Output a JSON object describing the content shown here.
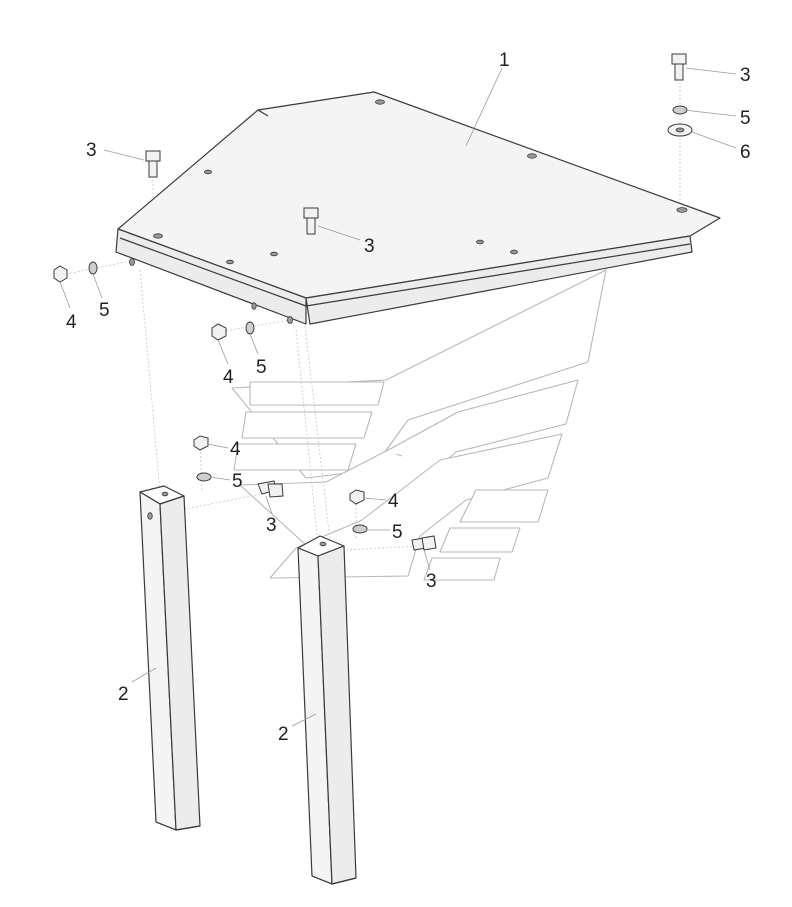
{
  "diagram": {
    "callouts": [
      {
        "id": "c1",
        "text": "1"
      },
      {
        "id": "c2a",
        "text": "2"
      },
      {
        "id": "c2b",
        "text": "2"
      },
      {
        "id": "c3a",
        "text": "3"
      },
      {
        "id": "c3b",
        "text": "3"
      },
      {
        "id": "c3c",
        "text": "3"
      },
      {
        "id": "c3d",
        "text": "3"
      },
      {
        "id": "c3e",
        "text": "3"
      },
      {
        "id": "c4a",
        "text": "4"
      },
      {
        "id": "c4b",
        "text": "4"
      },
      {
        "id": "c4c",
        "text": "4"
      },
      {
        "id": "c4d",
        "text": "4"
      },
      {
        "id": "c5a",
        "text": "5"
      },
      {
        "id": "c5b",
        "text": "5"
      },
      {
        "id": "c5c",
        "text": "5"
      },
      {
        "id": "c5d",
        "text": "5"
      },
      {
        "id": "c5e",
        "text": "5"
      },
      {
        "id": "c6",
        "text": "6"
      }
    ]
  }
}
